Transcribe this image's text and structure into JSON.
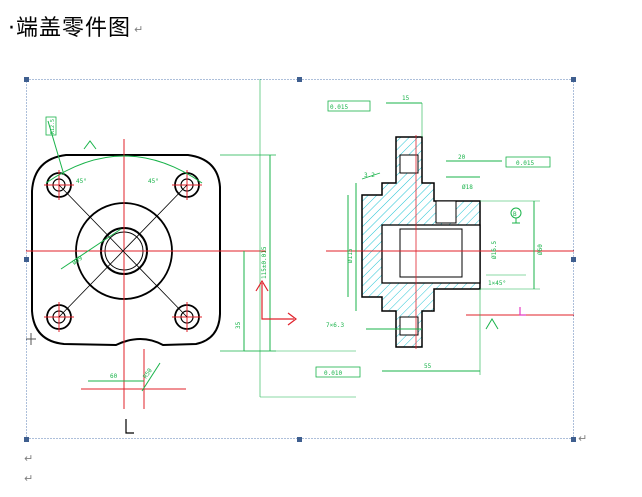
{
  "document": {
    "title": "·端盖零件图",
    "paragraph_mark": "↵"
  },
  "drawing": {
    "front_view": {
      "angle_a": "45°",
      "angle_b": "45°",
      "bolt_circle_dim": "Ø89",
      "overall_height": "115±0.015",
      "small_height": "35",
      "bottom_width": "60",
      "bottom_r": "R50",
      "corner_label": "R12.5"
    },
    "section_view": {
      "tol_top": "0.015",
      "tol_right": "0.015",
      "tol_bottom": "0.010",
      "dim_top": "15",
      "dim_mid": "20",
      "dim_bottom": "55",
      "dim_right_a": "Ø60",
      "dim_right_b": "Ø115",
      "chamfer": "1×45°",
      "datum": "B",
      "bore": "Ø18",
      "hole": "Ø16.5",
      "rough": "3.2",
      "thread": "7×6.3"
    }
  }
}
